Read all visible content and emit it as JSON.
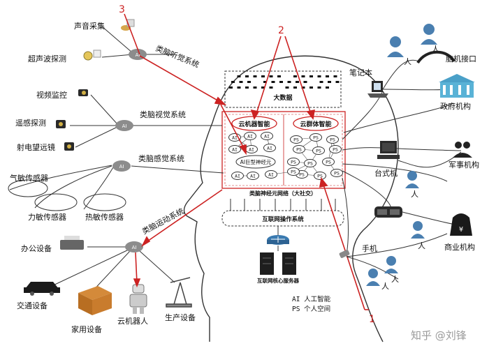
{
  "colors": {
    "accent": "#cc2222",
    "line": "#333333",
    "hub": "#8c8c8c",
    "icon_blue": "#4a7fb0"
  },
  "markers": {
    "one": "1",
    "two": "2",
    "three": "3"
  },
  "systems": {
    "auditory": "类脑听觉系统",
    "visual": "类脑视觉系统",
    "sensory": "类脑感觉系统",
    "motor": "类脑运动系统"
  },
  "hubs": {
    "label": "AI"
  },
  "inputs": {
    "sound": "声音采集",
    "ultrasound": "超声波探测",
    "video": "视频监控",
    "remote": "遥感探测",
    "radio": "射电望远镜",
    "gas": "气敏传感器",
    "force": "力敏传感器",
    "heat": "热敏传感器"
  },
  "outputs": {
    "office": "办公设备",
    "traffic": "交通设备",
    "home": "家用设备",
    "robot": "云机器人",
    "production": "生产设备"
  },
  "brain": {
    "bigdata": "大数据",
    "cloud_robot": "云机器智能",
    "cloud_swarm": "云群体智能",
    "ai_node": "AI",
    "ps_node": "PS",
    "giant_neuron": "AI巨型神经元",
    "network": "类脑神经元网络（大社交）",
    "os": "互联网操作系统",
    "server": "互联网核心服务器"
  },
  "legend": {
    "ai": "AI  人工智能",
    "ps": "PS  个人空间"
  },
  "right": {
    "person": "人",
    "bci": "脑机接口",
    "laptop": "笔记本",
    "gov": "政府机构",
    "desktop": "台式机",
    "military": "军事机构",
    "business": "商业机构",
    "phone": "手机"
  },
  "watermark": "知乎 @刘锋"
}
